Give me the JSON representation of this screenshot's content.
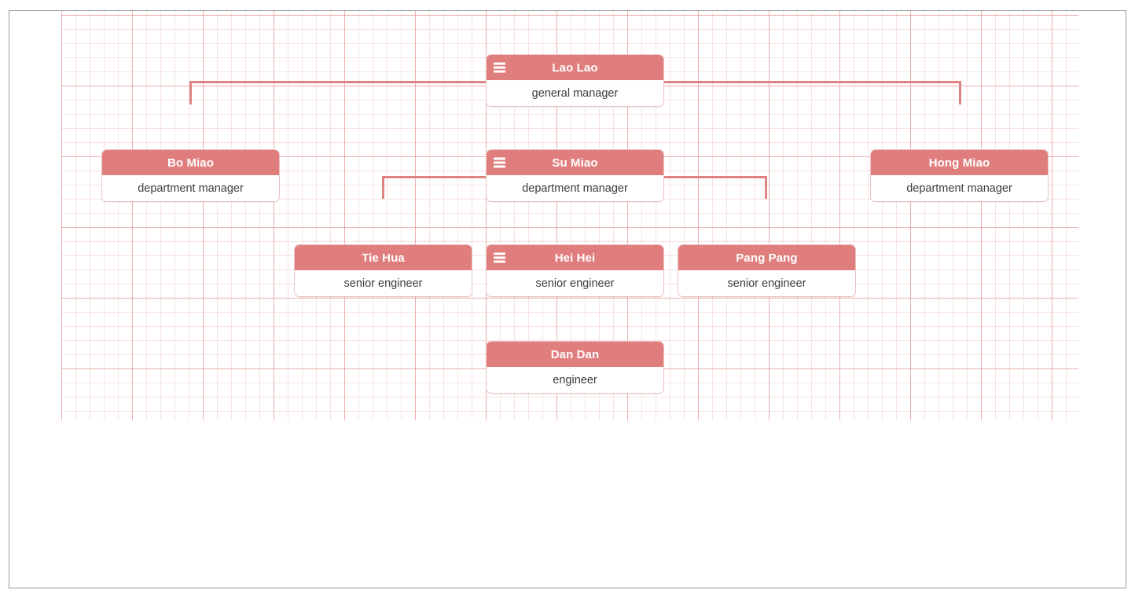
{
  "app": {
    "frame_border_color": "#9a9a9a",
    "canvas_background": "#ffffff"
  },
  "theme": {
    "node_header_color": "#e07e7e",
    "node_body_color": "#ffffff",
    "node_border_color": "#eac3c3",
    "connector_color": "#df8383",
    "grid_line_color": "#e37e7e",
    "title_text_color": "#ffffff",
    "subtitle_text_color": "#3c3c3c"
  },
  "orgchart": {
    "nodes": {
      "root": {
        "name": "Lao Lao",
        "title": "general manager",
        "toggle_icon": "hamburger-icon",
        "has_toggle": true
      },
      "bo_miao": {
        "name": "Bo Miao",
        "title": "department manager",
        "has_toggle": false
      },
      "su_miao": {
        "name": "Su Miao",
        "title": "department manager",
        "toggle_icon": "hamburger-icon",
        "has_toggle": true
      },
      "hong_miao": {
        "name": "Hong Miao",
        "title": "department manager",
        "has_toggle": false
      },
      "tie_hua": {
        "name": "Tie Hua",
        "title": "senior engineer",
        "has_toggle": false
      },
      "hei_hei": {
        "name": "Hei Hei",
        "title": "senior engineer",
        "toggle_icon": "hamburger-icon",
        "has_toggle": true
      },
      "pang_pang": {
        "name": "Pang Pang",
        "title": "senior engineer",
        "has_toggle": false
      },
      "dan_dan": {
        "name": "Dan Dan",
        "title": "engineer",
        "has_toggle": false
      }
    }
  }
}
